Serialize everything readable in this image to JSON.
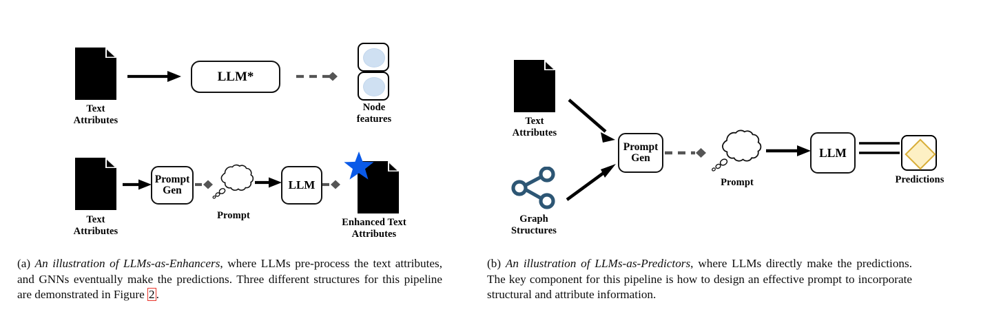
{
  "figure": {
    "subfigures": [
      {
        "id": "a",
        "tag": "(a)",
        "caption_italic": "An illustration of LLMs-as-Enhancers",
        "caption_rest_1": ", where LLMs pre-process the text attributes, and GNNs eventually make the predictions. Three different structures for this pipeline are demonstrated in Figure ",
        "caption_ref": "2",
        "caption_rest_2": ".",
        "rows": [
          {
            "name": "enhancer-embedding-pipeline",
            "nodes": [
              {
                "kind": "document",
                "label": "Text\nAttributes"
              },
              {
                "kind": "process",
                "label": "LLM*"
              },
              {
                "kind": "node-features",
                "label": "Node\nfeatures"
              }
            ],
            "connectors": [
              "solid-arrow",
              "dashed-diamond"
            ]
          },
          {
            "name": "enhancer-text-pipeline",
            "nodes": [
              {
                "kind": "document",
                "label": "Text\nAttributes"
              },
              {
                "kind": "process",
                "label": "Prompt\nGen"
              },
              {
                "kind": "cloud",
                "label": "Prompt"
              },
              {
                "kind": "process",
                "label": "LLM"
              },
              {
                "kind": "document-star",
                "label": "Enhanced Text\nAttributes"
              }
            ],
            "connectors": [
              "solid-arrow",
              "dashed-diamond",
              "solid-arrow",
              "dashed-diamond"
            ]
          }
        ]
      },
      {
        "id": "b",
        "tag": "(b)",
        "caption_italic": "An illustration of LLMs-as-Predictors",
        "caption_rest_1": ", where LLMs directly make the predictions. The key component for this pipeline is how to design an effective prompt to incorporate structural and attribute information.",
        "caption_ref": "",
        "caption_rest_2": "",
        "rows": [
          {
            "name": "predictor-pipeline",
            "nodes": [
              {
                "kind": "document",
                "label": "Text\nAttributes"
              },
              {
                "kind": "graph",
                "label": "Graph\nStructures"
              },
              {
                "kind": "process",
                "label": "Prompt\nGen"
              },
              {
                "kind": "cloud",
                "label": "Prompt"
              },
              {
                "kind": "process",
                "label": "LLM"
              },
              {
                "kind": "predictions",
                "label": "Predictions"
              }
            ],
            "connectors": [
              "diagonal-arrow-down",
              "diagonal-arrow-up",
              "dashed-diamond",
              "solid-arrow",
              "double-line"
            ]
          }
        ]
      }
    ]
  },
  "colors": {
    "star": "#0a5ae8",
    "node_feature_fill": "#cfe0f2",
    "graph_icon": "#2d5674",
    "prediction_diamond_fill": "#fdf0c4",
    "prediction_diamond_stroke": "#d8ae3a",
    "dashed_connector": "#555555",
    "ref_link_box": "#e8342a",
    "ink": "#000000"
  }
}
